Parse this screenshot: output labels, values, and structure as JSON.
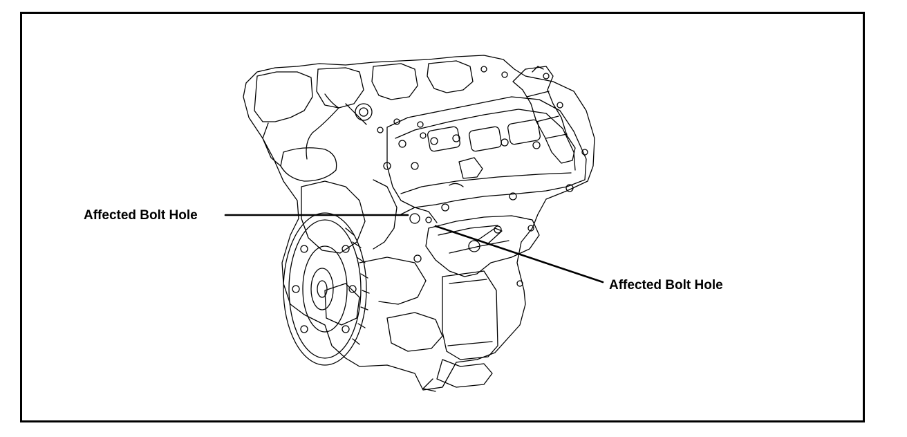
{
  "callouts": [
    {
      "id": "left",
      "label": "Affected Bolt Hole"
    },
    {
      "id": "right",
      "label": "Affected Bolt Hole"
    }
  ],
  "colors": {
    "line": "#000000",
    "background": "#ffffff"
  }
}
